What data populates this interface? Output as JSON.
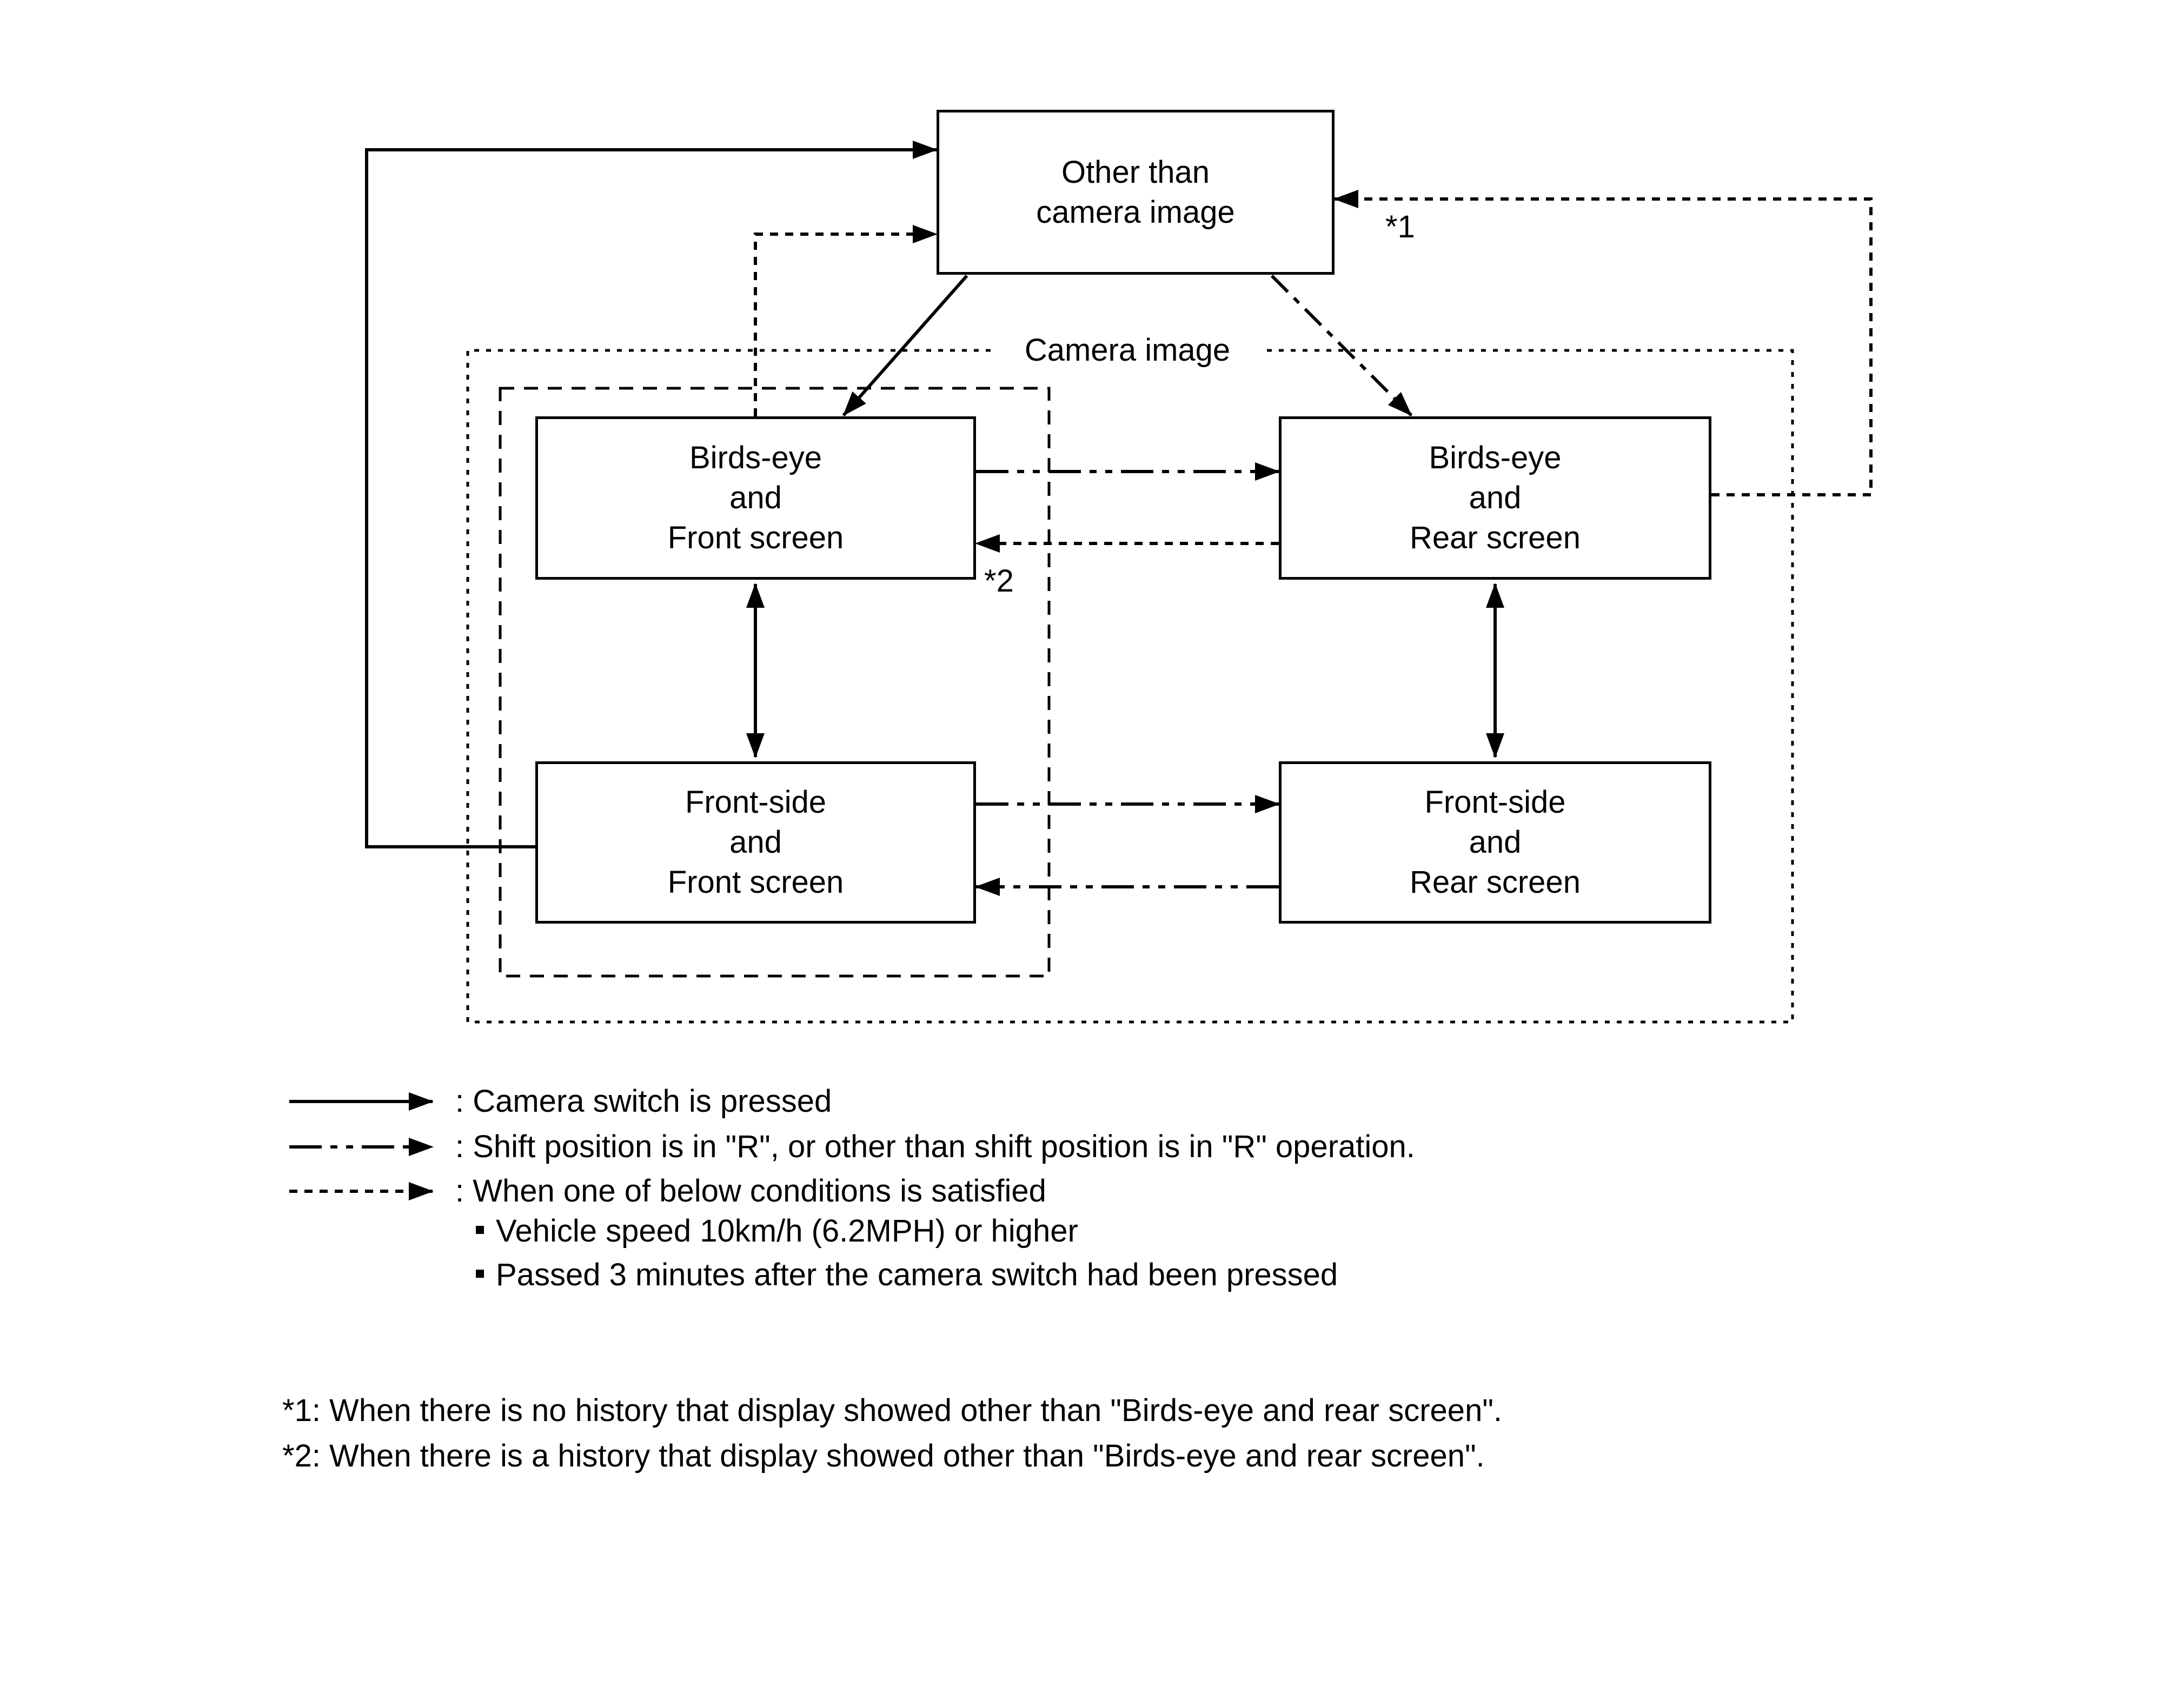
{
  "diagram": {
    "nodes": {
      "other_than_camera": "Other than\ncamera image",
      "birdseye_front": "Birds-eye\nand\nFront screen",
      "birdseye_rear": "Birds-eye\nand\nRear screen",
      "frontside_front": "Front-side\nand\nFront screen",
      "frontside_rear": "Front-side\nand\nRear screen"
    },
    "container_label": "Camera image",
    "note_ref_1": "*1",
    "note_ref_2": "*2"
  },
  "legend": {
    "items": [
      {
        "style": "solid",
        "label": ": Camera switch is pressed"
      },
      {
        "style": "dash-dot",
        "label": ": Shift position is in \"R\", or other than shift position is in \"R\" operation."
      },
      {
        "style": "dashed",
        "label": ": When one of below conditions is satisfied"
      }
    ],
    "conditions": [
      "Vehicle speed 10km/h (6.2MPH) or higher",
      "Passed 3 minutes after the camera switch had been pressed"
    ]
  },
  "footnotes": [
    "*1: When there is no history that display showed other than \"Birds-eye and rear screen\".",
    "*2: When there is a history that display showed other than \"Birds-eye and rear screen\"."
  ],
  "colors": {
    "ink": "#000000",
    "background": "#ffffff"
  }
}
